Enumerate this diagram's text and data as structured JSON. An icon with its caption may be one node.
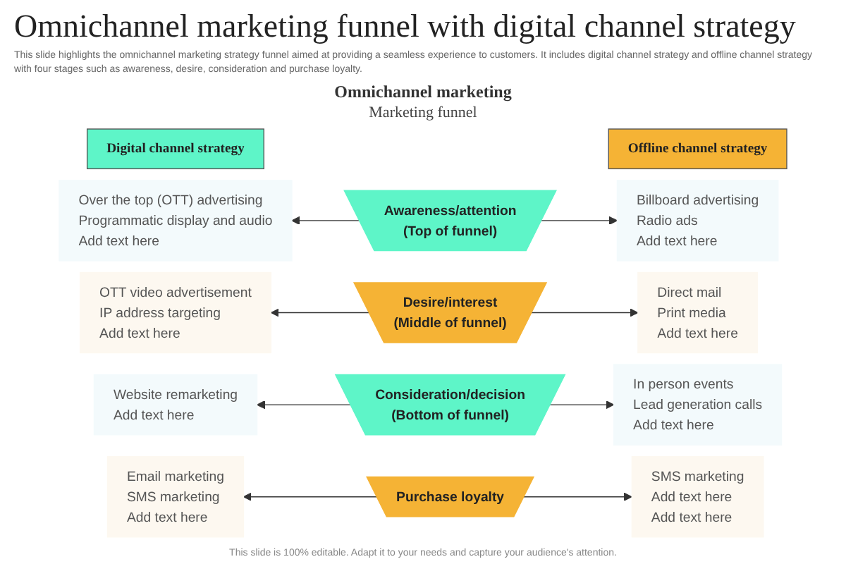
{
  "diagram": {
    "title": "Omnichannel marketing funnel with digital channel strategy",
    "caption": "This slide is 100% editable. Adapt it to your needs and capture your audience's attention.",
    "nodes": [
      {
        "text": [
          "Digital channel strategy"
        ]
      },
      {
        "text": [
          "Offline channel strategy"
        ]
      },
      {
        "text": [
          "Over the top (OTT) advertising",
          "Programmatic display and audio",
          "Add text here"
        ]
      },
      {
        "text": [
          "Awareness/attention",
          "(Top of funnel)"
        ]
      },
      {
        "text": [
          "Billboard advertising",
          "Radio ads",
          "Add text here"
        ]
      },
      {
        "text": [
          "OTT video advertisement",
          "IP address targeting",
          "Add text here"
        ]
      },
      {
        "text": [
          "Desire/interest",
          "(Middle of funnel)"
        ]
      },
      {
        "text": [
          "Direct mail",
          "Print media",
          "Add text here"
        ]
      },
      {
        "text": [
          "Website remarketing",
          "Add text here"
        ]
      },
      {
        "text": [
          "Consideration/decision",
          "(Bottom of funnel)"
        ]
      },
      {
        "text": [
          "In person events",
          "Lead generation calls",
          "Add text here"
        ]
      },
      {
        "text": [
          "Email marketing",
          "SMS marketing",
          "Add text here"
        ]
      },
      {
        "text": [
          "Purchase loyalty"
        ]
      },
      {
        "text": [
          "SMS marketing",
          "Add text here",
          "Add text here"
        ]
      }
    ],
    "edges": [
      {
        "from": 3,
        "to": 2,
        "arrow": "to"
      },
      {
        "from": 3,
        "to": 4,
        "arrow": "to"
      },
      {
        "from": 6,
        "to": 5,
        "arrow": "to"
      },
      {
        "from": 6,
        "to": 7,
        "arrow": "to"
      },
      {
        "from": 9,
        "to": 8,
        "arrow": "to"
      },
      {
        "from": 9,
        "to": 10,
        "arrow": "to"
      },
      {
        "from": 12,
        "to": 11,
        "arrow": "to"
      },
      {
        "from": 12,
        "to": 13,
        "arrow": "to"
      }
    ],
    "labels": [
      "This slide highlights the omnichannel marketing strategy funnel aimed at providing a seamless experience to customers. It includes digital channel strategy and offline channel strategy with four stages such as awareness, desire, consideration and purchase loyalty.",
      "Omnichannel marketing",
      "Marketing funnel"
    ]
  }
}
